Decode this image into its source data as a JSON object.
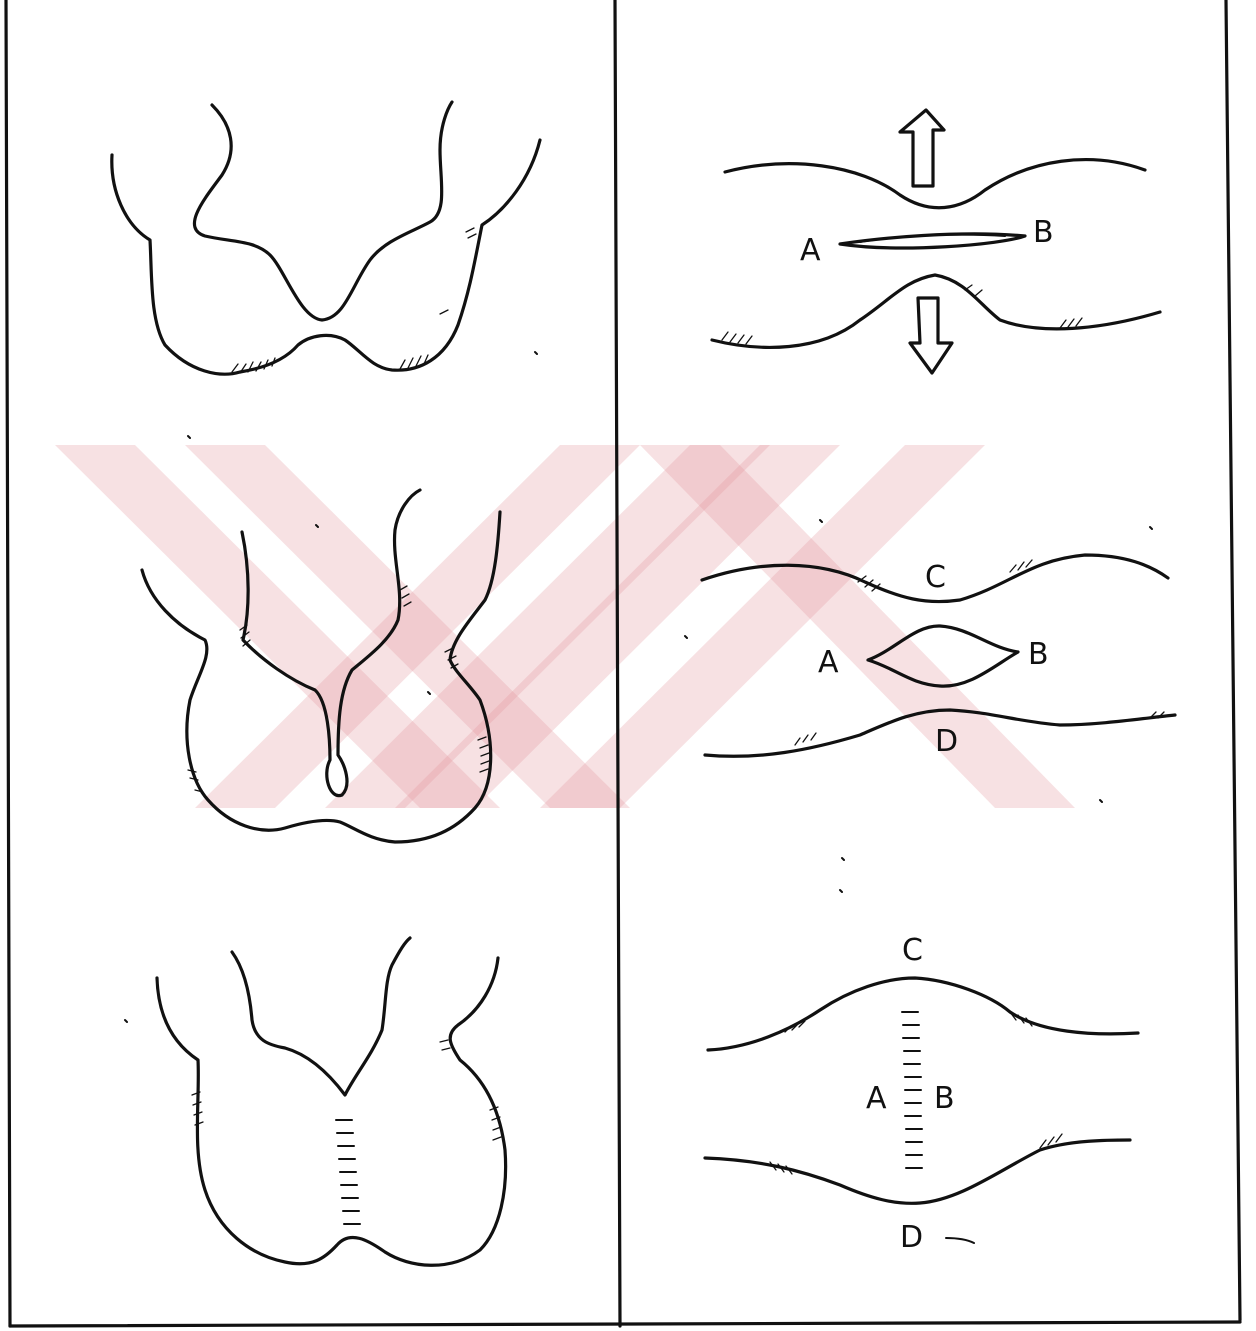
{
  "diagram": {
    "panel_1": {
      "label_A": "A",
      "label_B": "B"
    },
    "panel_2": {
      "label_A": "A",
      "label_B": "B",
      "label_C": "C",
      "label_D": "D"
    },
    "panel_3": {
      "label_A": "A",
      "label_B": "B",
      "label_C": "C",
      "label_D": "D"
    }
  }
}
